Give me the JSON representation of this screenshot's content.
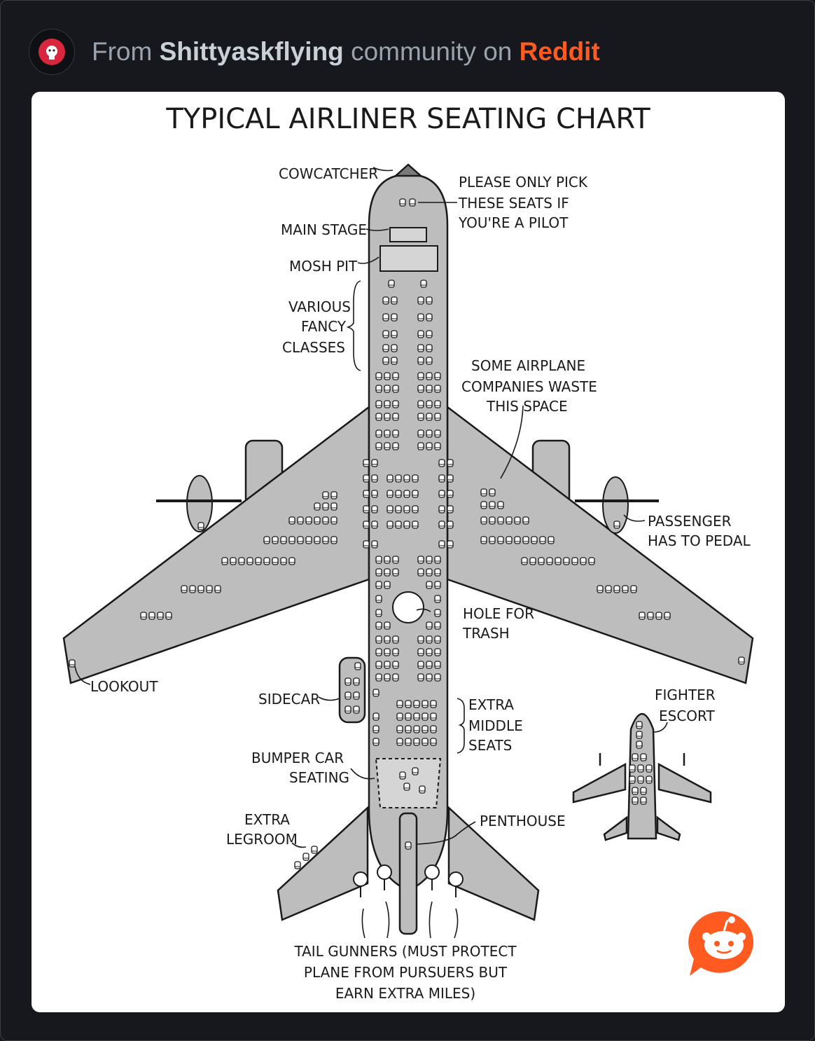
{
  "header": {
    "prefix": "From",
    "community": "Shittyaskflying",
    "middle": "community on",
    "platform": "Reddit"
  },
  "comic": {
    "title": "TYPICAL AIRLINER SEATING CHART",
    "labels": {
      "cowcatcher": "COWCATCHER",
      "main_stage": "MAIN STAGE",
      "mosh_pit": "MOSH PIT",
      "fancy_1": "VARIOUS",
      "fancy_2": "FANCY",
      "fancy_3": "CLASSES",
      "pilot_1": "PLEASE ONLY PICK",
      "pilot_2": "THESE SEATS IF",
      "pilot_3": "YOU'RE A PILOT",
      "waste_1": "SOME AIRPLANE",
      "waste_2": "COMPANIES WASTE",
      "waste_3": "THIS SPACE",
      "pedal_1": "PASSENGER",
      "pedal_2": "HAS TO PEDAL",
      "trash_1": "HOLE FOR",
      "trash_2": "TRASH",
      "lookout": "LOOKOUT",
      "sidecar": "SIDECAR",
      "middle_1": "EXTRA",
      "middle_2": "MIDDLE",
      "middle_3": "SEATS",
      "fighter_1": "FIGHTER",
      "fighter_2": "ESCORT",
      "bumper_1": "BUMPER CAR",
      "bumper_2": "SEATING",
      "legroom_1": "EXTRA",
      "legroom_2": "LEGROOM",
      "penthouse": "PENTHOUSE",
      "gunners_1": "TAIL GUNNERS (MUST PROTECT",
      "gunners_2": "PLANE FROM PURSUERS BUT",
      "gunners_3": "EARN EXTRA MILES)"
    }
  },
  "icons": {
    "avatar": "community-avatar-icon",
    "badge": "reddit-logo-icon",
    "brand_color": "#ff5a1f"
  }
}
